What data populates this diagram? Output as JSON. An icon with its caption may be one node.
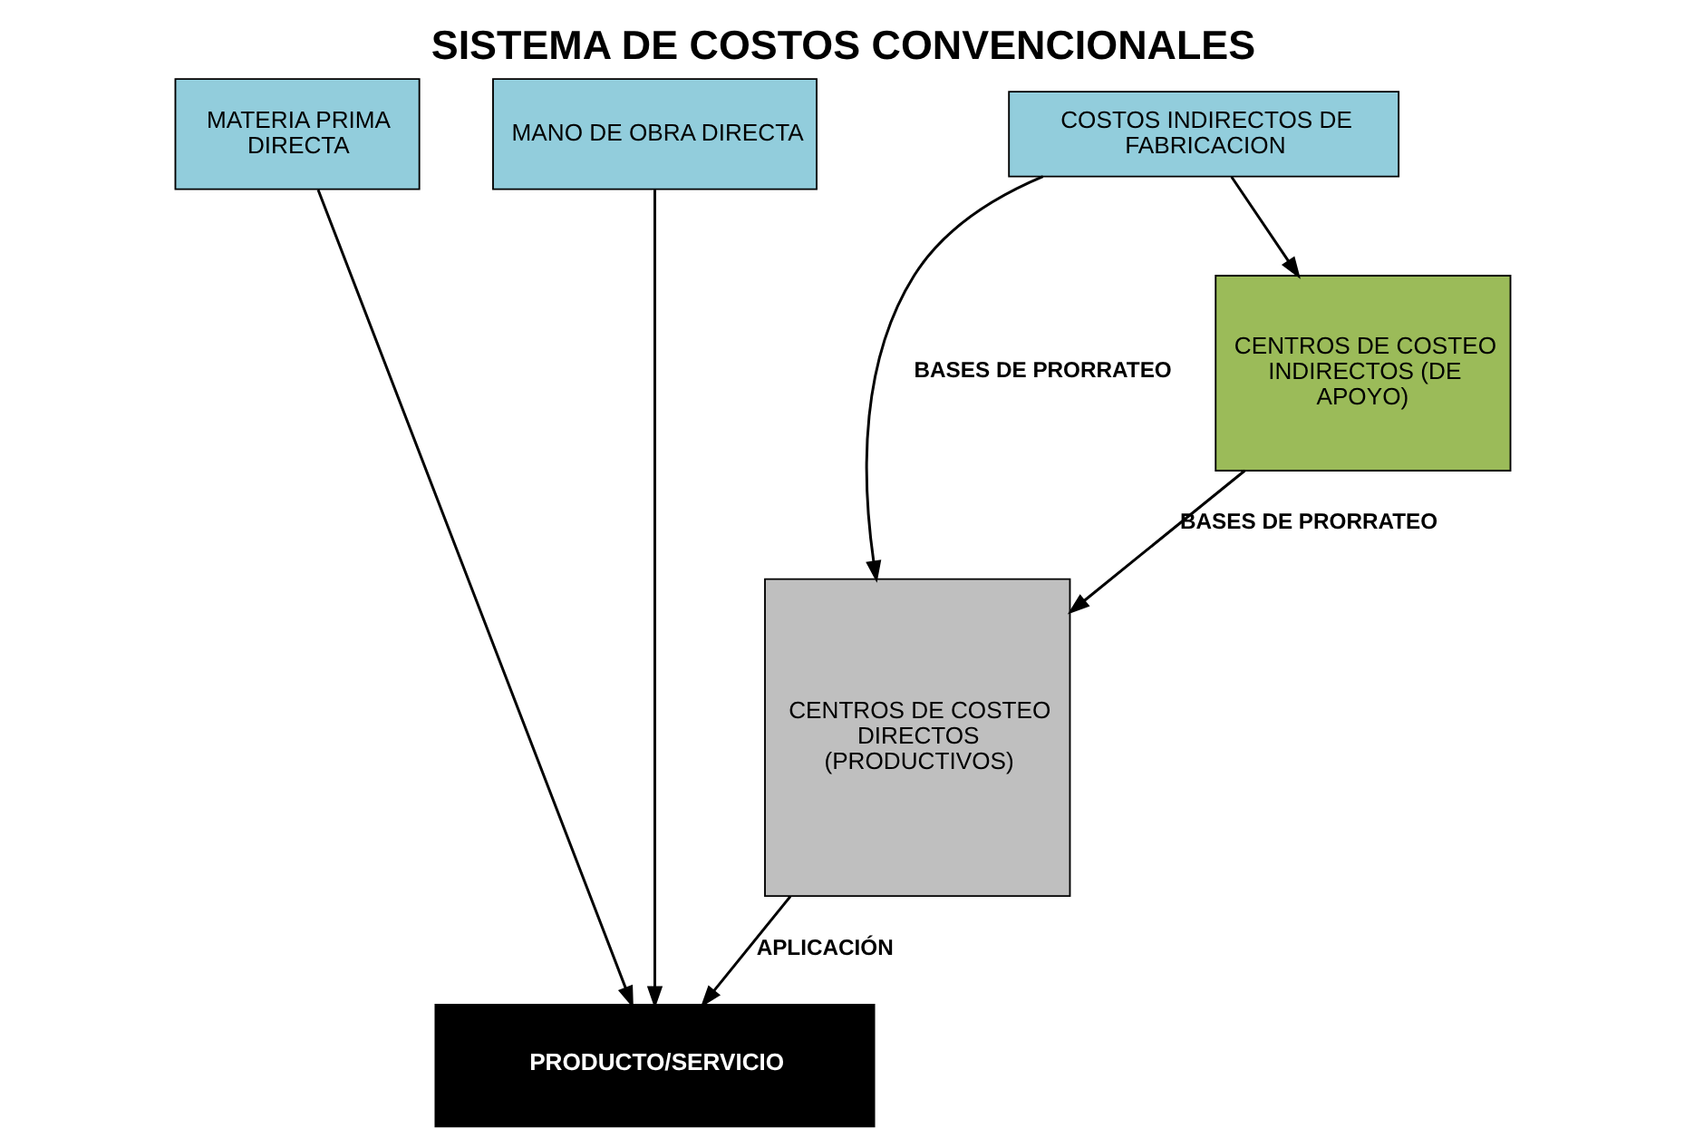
{
  "diagram": {
    "title": "SISTEMA DE COSTOS CONVENCIONALES",
    "nodes": [
      {
        "text": [
          "MATERIA PRIMA DIRECTA"
        ]
      },
      {
        "text": [
          "MANO DE OBRA DIRECTA"
        ]
      },
      {
        "text": [
          "COSTOS INDIRECTOS DE FABRICACION"
        ]
      },
      {
        "text": [
          "CENTROS DE COSTEO DIRECTOS (PRODUCTIVOS)"
        ]
      },
      {
        "text": [
          "CENTROS DE COSTEO INDIRECTOS (DE APOYO)"
        ]
      },
      {
        "text": [
          "PRODUCTO/SERVICIO"
        ]
      }
    ],
    "edges": [
      {
        "from": 0,
        "to": 5,
        "arrow": "to"
      },
      {
        "from": 1,
        "to": 5,
        "arrow": "to"
      },
      {
        "from": 2,
        "to": 3,
        "arrow": "to",
        "label": "BASES DE PRORRATEO"
      },
      {
        "from": 2,
        "to": 4,
        "arrow": "to"
      },
      {
        "from": 4,
        "to": 3,
        "arrow": "to",
        "label": "BASES DE PRORRATEO"
      },
      {
        "from": 3,
        "to": 5,
        "arrow": "to",
        "label": "APLICACIÓN"
      }
    ]
  }
}
